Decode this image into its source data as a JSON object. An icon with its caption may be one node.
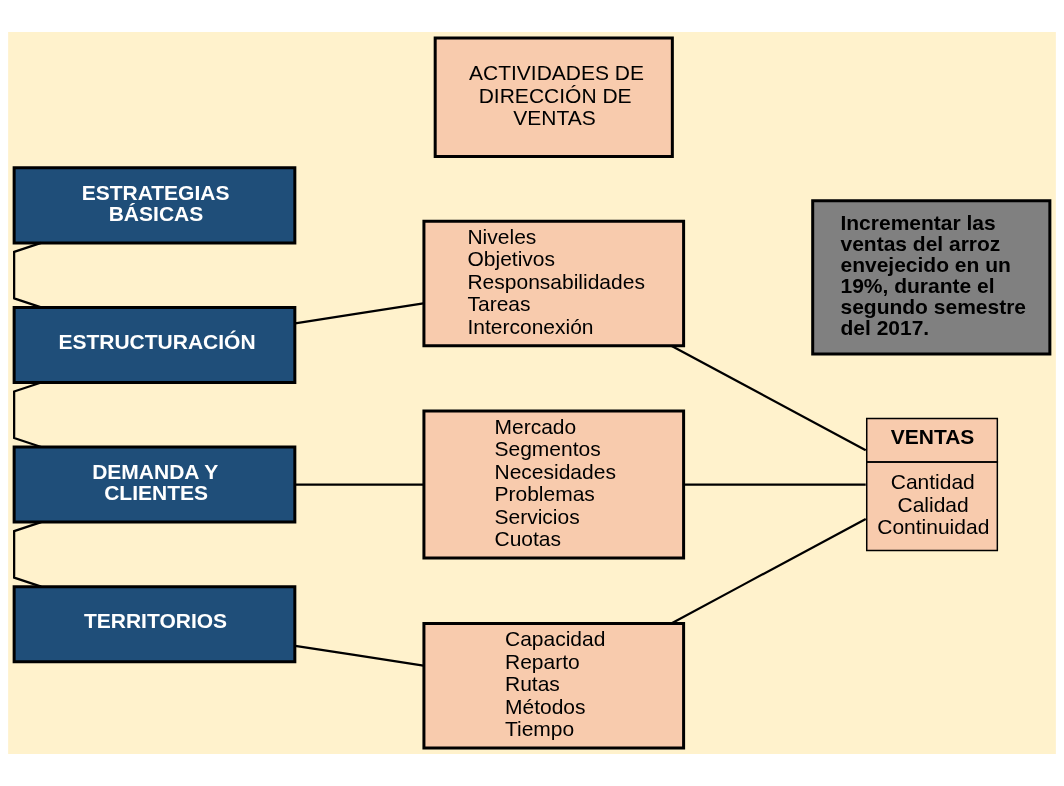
{
  "diagram": {
    "nodes": [
      {
        "text": [
          "ESTRATEGIAS BÁSICAS"
        ]
      },
      {
        "text": [
          "ACTIVIDADES DE DIRECCIÓN DE VENTAS"
        ]
      },
      {
        "text": [
          "Incrementar las ventas del arroz envejecido en un 19%, durante el segundo semestre del 2017."
        ]
      },
      {
        "text": [
          "ESTRUCTURACIÓN"
        ]
      },
      {
        "text": [
          "Niveles",
          "Objetivos",
          "Responsabilidades",
          "Tareas",
          "Interconexión"
        ]
      },
      {
        "text": [
          "DEMANDA Y CLIENTES"
        ]
      },
      {
        "text": [
          "Mercado",
          "Segmentos",
          "Necesidades",
          "Problemas",
          "Servicios",
          "Cuotas"
        ]
      },
      {
        "text": [
          "VENTAS",
          "Cantidad",
          "Calidad",
          "Continuidad"
        ]
      },
      {
        "text": [
          "TERRITORIOS"
        ]
      },
      {
        "text": [
          "Capacidad",
          "Reparto",
          "Rutas",
          "Métodos",
          "Tiempo"
        ]
      }
    ],
    "edges": [
      {
        "from": 0,
        "to": 3,
        "arrow": "none"
      },
      {
        "from": 3,
        "to": 5,
        "arrow": "none"
      },
      {
        "from": 5,
        "to": 8,
        "arrow": "none"
      },
      {
        "from": 3,
        "to": 4,
        "arrow": "none"
      },
      {
        "from": 5,
        "to": 6,
        "arrow": "none"
      },
      {
        "from": 8,
        "to": 9,
        "arrow": "none"
      },
      {
        "from": 4,
        "to": 7,
        "arrow": "none"
      },
      {
        "from": 6,
        "to": 7,
        "arrow": "none"
      },
      {
        "from": 9,
        "to": 7,
        "arrow": "none"
      }
    ]
  }
}
